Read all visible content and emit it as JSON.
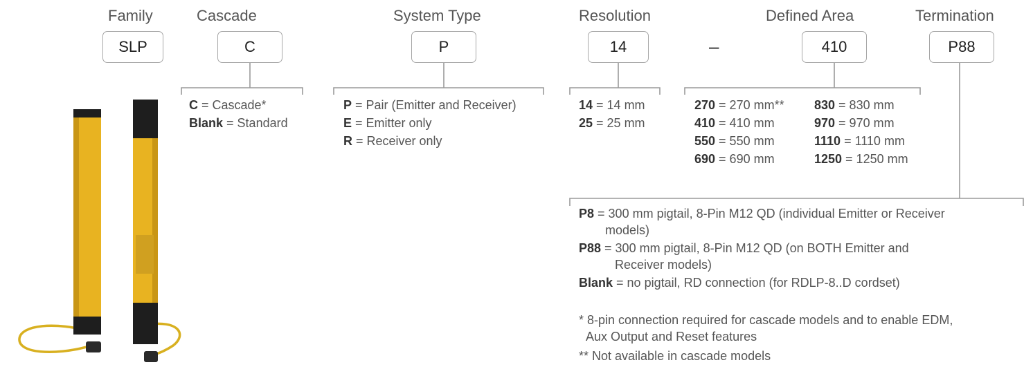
{
  "headers": {
    "family": "Family",
    "cascade": "Cascade",
    "system_type": "System Type",
    "resolution": "Resolution",
    "defined_area": "Defined Area",
    "termination": "Termination"
  },
  "boxes": {
    "family": "SLP",
    "cascade": "C",
    "system_type": "P",
    "resolution": "14",
    "dash": "–",
    "defined_area": "410",
    "termination": "P88"
  },
  "cascade_options": [
    {
      "code": "C",
      "desc": " = Cascade*"
    },
    {
      "code": "Blank",
      "desc": " = Standard"
    }
  ],
  "system_type_options": [
    {
      "code": "P",
      "desc": " = Pair (Emitter and Receiver)"
    },
    {
      "code": "E",
      "desc": " = Emitter only"
    },
    {
      "code": "R",
      "desc": " = Receiver only"
    }
  ],
  "resolution_options": [
    {
      "code": "14",
      "desc": " = 14 mm"
    },
    {
      "code": "25",
      "desc": " = 25 mm"
    }
  ],
  "defined_area_options_col1": [
    {
      "code": "270",
      "desc": " = 270 mm**"
    },
    {
      "code": "410",
      "desc": " = 410 mm"
    },
    {
      "code": "550",
      "desc": " = 550 mm"
    },
    {
      "code": "690",
      "desc": " = 690 mm"
    }
  ],
  "defined_area_options_col2": [
    {
      "code": "830",
      "desc": " = 830 mm"
    },
    {
      "code": "970",
      "desc": " = 970 mm"
    },
    {
      "code": "1110",
      "desc": " = 1110 mm"
    },
    {
      "code": "1250",
      "desc": " = 1250 mm"
    }
  ],
  "termination_options": [
    {
      "code": "P8",
      "line1": " = 300 mm pigtail, 8-Pin M12 QD (individual Emitter or Receiver",
      "line2": "models)"
    },
    {
      "code": "P88",
      "line1": " = 300 mm pigtail, 8-Pin M12 QD (on BOTH Emitter and",
      "line2": "Receiver models)"
    },
    {
      "code": "Blank",
      "line1": " = no pigtail, RD connection (for RDLP-8..D cordset)",
      "line2": ""
    }
  ],
  "footnotes": {
    "note1_line1": "* 8-pin connection required for cascade models and to enable EDM,",
    "note1_line2": "Aux Output and Reset features",
    "note2": "** Not available in cascade models"
  },
  "colors": {
    "bracket": "#9a9a9a",
    "sensor_yellow": "#e8b321",
    "sensor_black": "#1e1e1e",
    "cable": "#d8b020"
  }
}
